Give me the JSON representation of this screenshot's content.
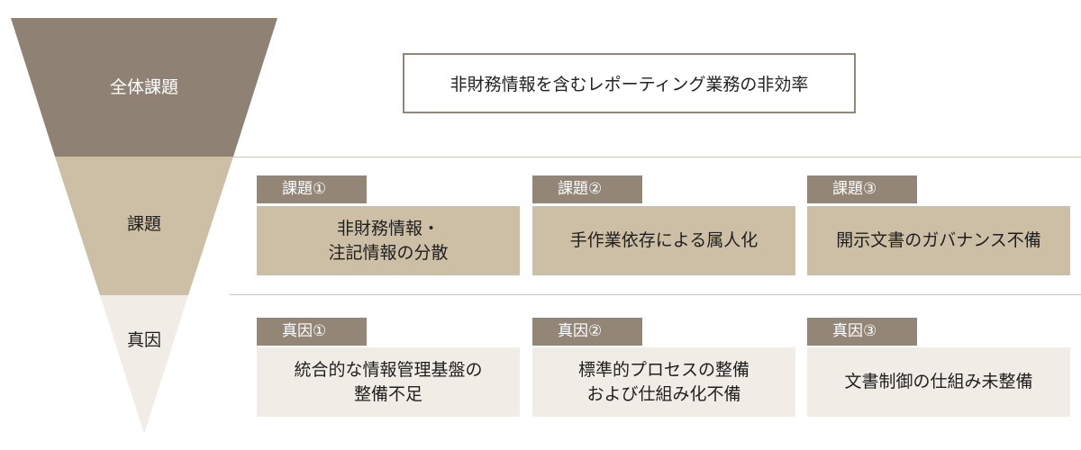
{
  "colors": {
    "tier1": "#8f8274",
    "tier2": "#cdbfa6",
    "tier3": "#f2ece6",
    "tag": "#938676",
    "box_border": "#948676"
  },
  "tiers": [
    {
      "label": "全体課題"
    },
    {
      "label": "課題"
    },
    {
      "label": "真因"
    }
  ],
  "overall_issue": "非財務情報を含むレポーティング業務の非効率",
  "issues": [
    {
      "tag": "課題①",
      "text": "非財務情報・\n注記情報の分散"
    },
    {
      "tag": "課題②",
      "text": "手作業依存による属人化"
    },
    {
      "tag": "課題③",
      "text": "開示文書のガバナンス不備"
    }
  ],
  "causes": [
    {
      "tag": "真因①",
      "text": "統合的な情報管理基盤の\n整備不足"
    },
    {
      "tag": "真因②",
      "text": "標準的プロセスの整備\nおよび仕組み化不備"
    },
    {
      "tag": "真因③",
      "text": "文書制御の仕組み未整備"
    }
  ]
}
